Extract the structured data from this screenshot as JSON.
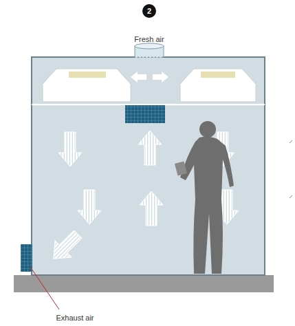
{
  "diagram": {
    "labels": [
      "2",
      "Fresh air",
      "Exhaust air"
    ]
  }
}
